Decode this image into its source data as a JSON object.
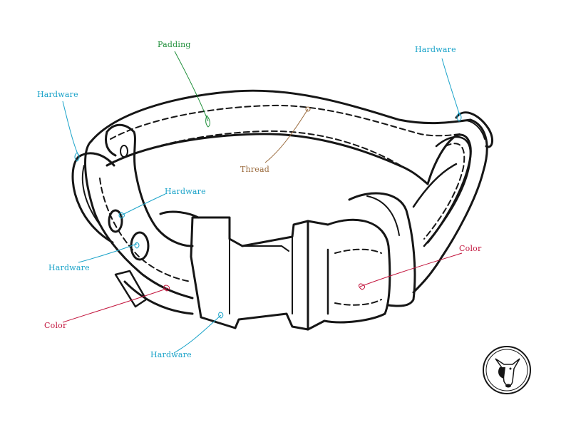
{
  "labels": {
    "padding": "Padding",
    "hardware_top_right": "Hardware",
    "hardware_top_left": "Hardware",
    "thread": "Thread",
    "hardware_mid": "Hardware",
    "hardware_left_lower": "Hardware",
    "color_right": "Color",
    "color_left": "Color",
    "hardware_bottom": "Hardware"
  },
  "colors": {
    "padding": "#1f8f3a",
    "hardware": "#1aa3c9",
    "thread": "#9a6a3c",
    "color": "#c2143c",
    "ink": "#161616"
  },
  "icons": {
    "logo": "bull-terrier-head-logo"
  }
}
